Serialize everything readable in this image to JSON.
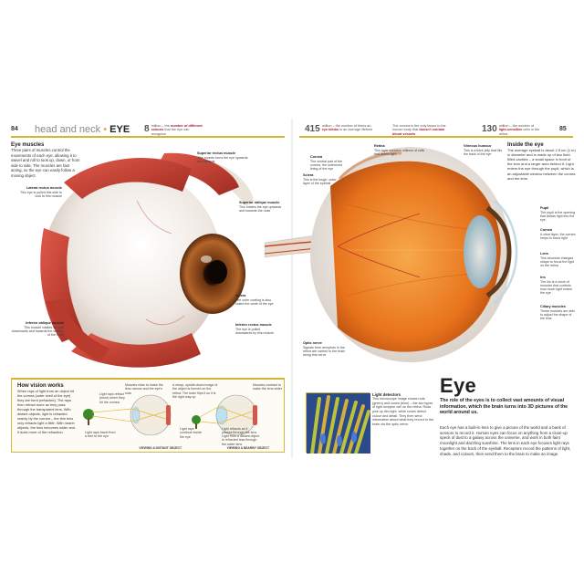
{
  "header": {
    "left_page_number": "84",
    "section_light": "head and neck",
    "section_sep": "•",
    "section_bold": "EYE",
    "stats": [
      {
        "number": "8",
        "text_pre": "million – the ",
        "text_bold": "number of different colours",
        "text_post": " that the eye can recognize"
      },
      {
        "number": "415",
        "text_pre": "million – the number of times an ",
        "text_bold": "eye blinks",
        "text_post": " in an average lifetime"
      },
      {
        "number": "",
        "text_pre": "The cornea is the only tissue in the human body that ",
        "text_bold": "doesn't contain blood vessels",
        "text_post": ""
      },
      {
        "number": "130",
        "text_pre": "million – the number of ",
        "text_bold": "light-sensitive",
        "text_post": " cells in the retina"
      }
    ],
    "right_page_number": "85"
  },
  "left_page": {
    "eye_muscles": {
      "heading": "Eye muscles",
      "body": "Three pairs of muscles control the movements of each eye, allowing it to swivel and roll to look up, down, or from side to side. The muscles are fast acting, so the eye can easily follow a moving object."
    },
    "callouts": [
      {
        "title": "Lateral rectus muscle",
        "text": "This eye is pulled this side to look to this muscle"
      },
      {
        "title": "Inferior oblique muscle",
        "text": "This muscle rotates the eye downwards and towards the outside of the head"
      },
      {
        "title": "Superior rectus muscle",
        "text": "This muscle turns the eye upwards and inwards"
      },
      {
        "title": "Superior oblique muscle",
        "text": "This rotates the eye upwards and towards the nose"
      },
      {
        "title": "Sclera",
        "text": "The outer coating is also called the white of the eye"
      },
      {
        "title": "Inferior rectus muscle",
        "text": "The eye is pulled downwards by this muscle"
      }
    ],
    "how_vision_works": {
      "heading": "How vision works",
      "body": "When rays of light from an object hit the cornea (outer shell of the eye) they are bent (refracted). The rays then refract more as they pass through the transparent lens. With distant objects, light is refracted mainly by the cornea – the thin lens only refracts light a little. With nearer objects, the lens becomes wider and it does more of the refraction.",
      "diagram_notes": [
        "Light rays refract (bend) when they hit the cornea",
        "Muscles relax to make the lens narrow and the eye's rods",
        "A sharp, upside-down image of the object is formed on the retina. The brain flips it so it is the right way up",
        "Light rays continue inside the eye",
        "Light rays travel from a tree to the eye",
        "Muscles contract to make the lens wider",
        "Light refracts as it passes through the lens",
        "Light from a distant object is refracted less through the wider lens"
      ],
      "diagram_labels": [
        "VIEWING A DISTANT OBJECT",
        "VIEWING A NEARBY OBJECT"
      ]
    }
  },
  "right_page": {
    "callouts_left": [
      {
        "title": "Cornea",
        "text": "The central part of the cornea, the outermost lining of the eye"
      },
      {
        "title": "Sclera",
        "text": "This is the tough, outer layer of the eyeball"
      },
      {
        "title": "Retina",
        "text": "This layer contains millions of cells that detect light"
      },
      {
        "title": "Optic nerve",
        "text": "Signals from receptors in the retina are carried to the brain along this nerve"
      }
    ],
    "callouts_right": [
      {
        "title": "Vitreous humour",
        "text": "This is a thick jelly that fills the back of the eye"
      },
      {
        "title": "Pupil",
        "text": "The pupil is the opening that allows light into the eye"
      },
      {
        "title": "Cornea",
        "text": "A clear layer, the cornea helps to focus light"
      },
      {
        "title": "Lens",
        "text": "This structure changes shape to focus the light on the retina"
      },
      {
        "title": "Iris",
        "text": "The iris is a circle of muscles that controls how much light enters the eye"
      },
      {
        "title": "Ciliary muscles",
        "text": "These muscles are able to adjust the shape of the lens"
      }
    ],
    "inside_the_eye": {
      "heading": "Inside the eye",
      "body": "The average eyeball is about 2.5 cm (1 in) in diameter and is made up of two fluid-filled cavities – a small space in front of the lens and a larger area behind it. Light enters the eye through the pupil, which is an adjustable window between the cornea and the lens."
    },
    "light_detectors": {
      "heading": "Light detectors",
      "body": "This microscope image shows rods (green) and cones (blue) – the two types of light receptor cell on the retina. Rods pick up dim light, while cones detect colour and detail. They then send information about what they record to the brain via the optic nerve."
    },
    "feature": {
      "title": "Eye",
      "lead": "The role of the eyes is to collect vast amounts of visual information, which the brain turns into 3D pictures of the world around us.",
      "body": "Each eye has a built-in lens to give a picture of the world and a bank of sensors to record it. Human eyes can focus on anything from a close-up speck of dust to a galaxy across the universe, and work in both faint moonlight and dazzling sunshine. The lens in each eye focuses light rays together on the back of the eyeball. Receptors record the patterns of light, shade, and colours, then send them to the brain to make an image."
    }
  },
  "colors": {
    "accent_gold": "#d6b43a",
    "muscle_red": "#c0392b",
    "iris_brown": "#8a4a1c",
    "interior_orange": "#e8731c",
    "highlight_red": "#b3192b"
  }
}
